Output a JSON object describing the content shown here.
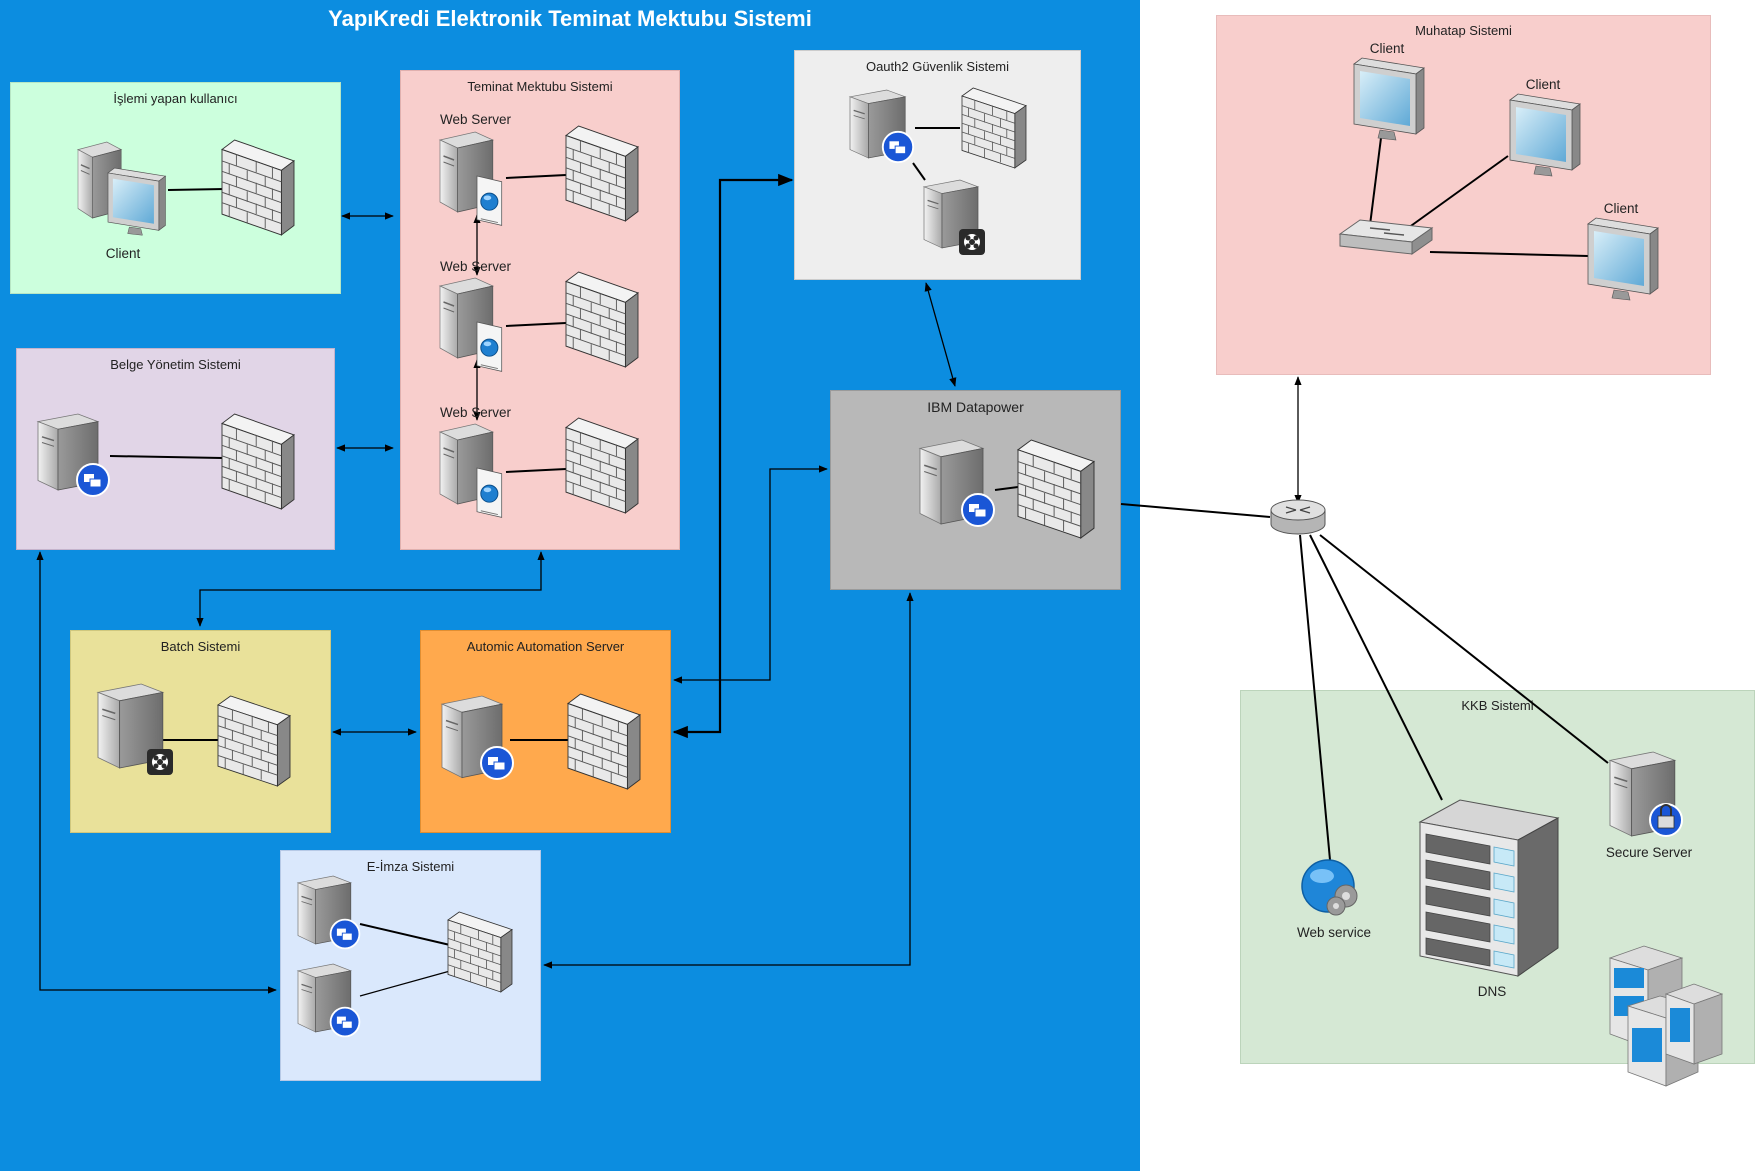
{
  "title": "YapıKredi Elektronik Teminat Mektubu Sistemi",
  "groups": {
    "islem": "İşlemi yapan kullanıcı",
    "teminat": "Teminat Mektubu Sistemi",
    "oauth": "Oauth2 Güvenlik Sistemi",
    "belge": "Belge Yönetim Sistemi",
    "ibm": "IBM Datapower",
    "batch": "Batch Sistemi",
    "automic": "Automic Automation Server",
    "eimza": "E-İmza Sistemi",
    "muhatap": "Muhatap Sistemi",
    "kkb": "KKB Sistemi"
  },
  "labels": {
    "client": "Client",
    "web_server": "Web Server",
    "web_service": "Web service",
    "dns": "DNS",
    "secure_server": "Secure Server"
  },
  "colors": {
    "background_blue": "#0c8de0",
    "islem_fill": "#ccffdd",
    "teminat_fill": "#f8cecc",
    "oauth_fill": "#eeeeee",
    "belge_fill": "#e1d5e7",
    "ibm_fill": "#b8b8b8",
    "batch_fill": "#e9e19a",
    "automic_fill": "#ffa94d",
    "eimza_fill": "#dae8fc",
    "muhatap_fill": "#f8cecc",
    "kkb_fill": "#d5e8d4"
  },
  "icons": [
    "server-icon",
    "firewall-icon",
    "client-workstation-icon",
    "monitor-icon",
    "switch-icon",
    "router-icon",
    "web-service-icon",
    "rack-server-icon",
    "secure-server-icon",
    "building-icon"
  ]
}
